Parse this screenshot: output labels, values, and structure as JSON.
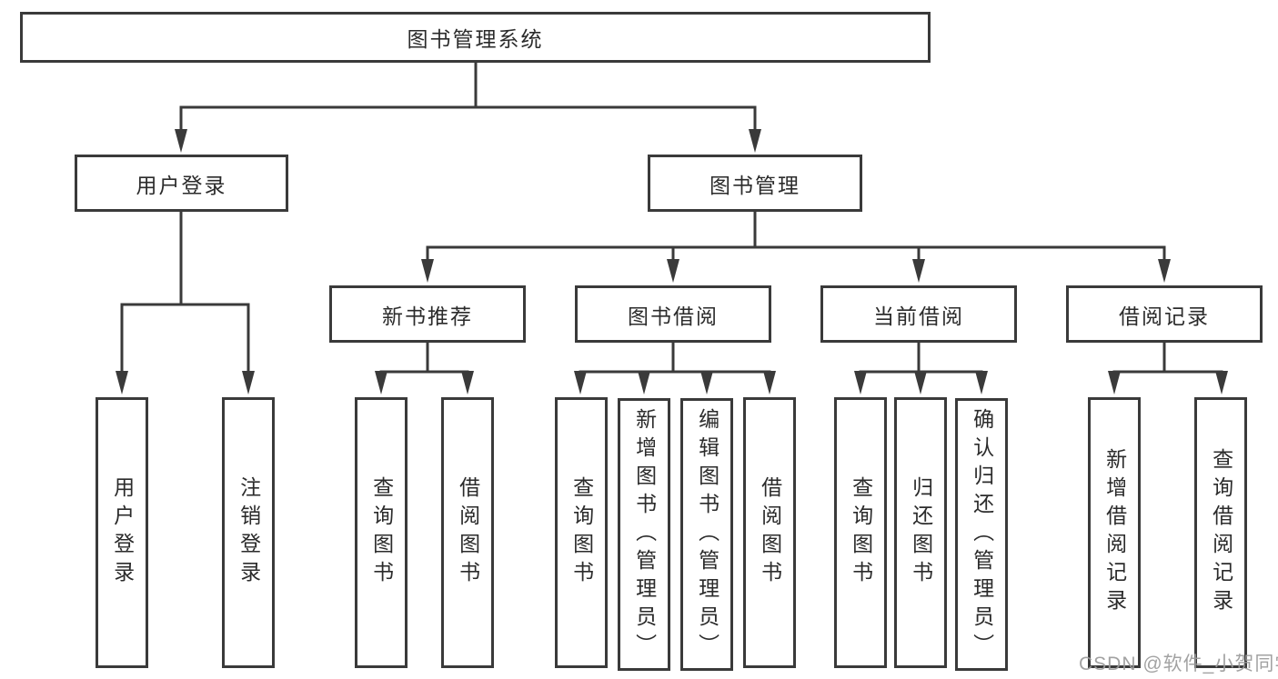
{
  "diagram": {
    "title": "图书管理系统",
    "colors": {
      "line": "#3a3a3a",
      "box_border": "#3a3a3a",
      "text": "#2b2b2b",
      "background": "#ffffff",
      "watermark": "#9b9b9b"
    },
    "tree": {
      "root": {
        "label": "图书管理系统"
      },
      "branches": [
        {
          "label": "用户登录",
          "children": [
            {
              "label": "用户登录"
            },
            {
              "label": "注销登录"
            }
          ]
        },
        {
          "label": "图书管理",
          "children": [
            {
              "label": "新书推荐",
              "children": [
                {
                  "label": "查询图书"
                },
                {
                  "label": "借阅图书"
                }
              ]
            },
            {
              "label": "图书借阅",
              "children": [
                {
                  "label": "查询图书"
                },
                {
                  "label": "新增图书（管理员）"
                },
                {
                  "label": "编辑图书（管理员）"
                },
                {
                  "label": "借阅图书"
                }
              ]
            },
            {
              "label": "当前借阅",
              "children": [
                {
                  "label": "查询图书"
                },
                {
                  "label": "归还图书"
                },
                {
                  "label": "确认归还（管理员）"
                }
              ]
            },
            {
              "label": "借阅记录",
              "children": [
                {
                  "label": "新增借阅记录"
                },
                {
                  "label": "查询借阅记录"
                }
              ]
            }
          ]
        }
      ]
    },
    "watermark": {
      "text": "CSDN @软件_小贺同学"
    }
  }
}
